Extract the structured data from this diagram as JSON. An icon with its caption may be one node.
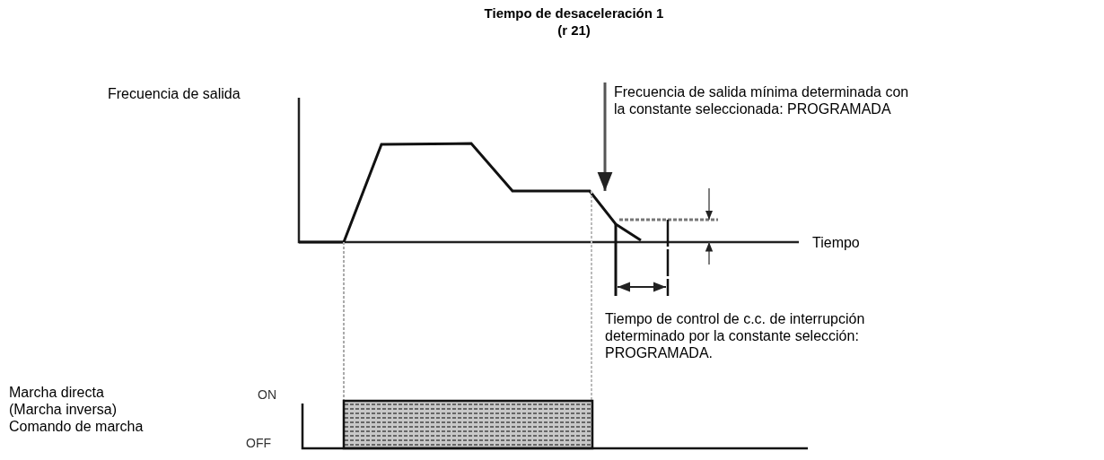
{
  "diagram": {
    "title": "Tiempo de desaceleración 1 (r 21)",
    "labels": [
      "Frecuencia de salida",
      "Frecuencia de salida mínima determinada con la constante seleccionada: PROGRAMADA",
      "Tiempo",
      "Tiempo de control de c.c. de interrupción determinado por la constante selección: PROGRAMADA.",
      "Marcha directa",
      "(Marcha inversa)",
      "Comando de marcha",
      "ON",
      "OFF"
    ]
  }
}
